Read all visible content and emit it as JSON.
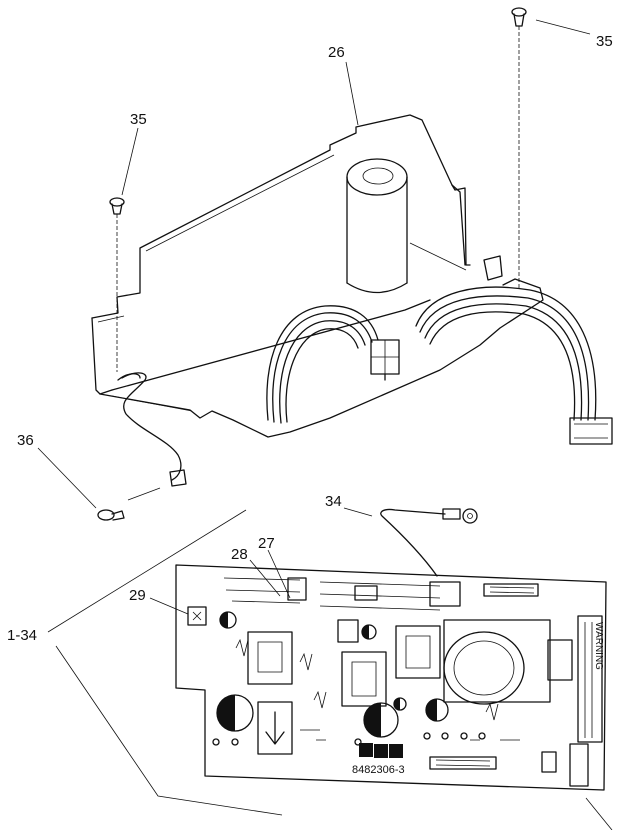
{
  "callouts": {
    "c26": "26",
    "c35_top": "35",
    "c35_left": "35",
    "c36": "36",
    "c34": "34",
    "c27": "27",
    "c28": "28",
    "c29": "29",
    "c1_34": "1-34"
  },
  "board": {
    "part_number": "8482306-3",
    "warning_label": "WARNING"
  }
}
